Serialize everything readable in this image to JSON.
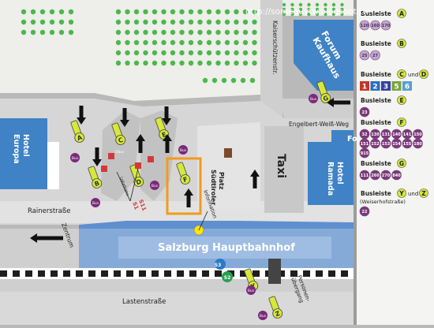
{
  "watermark": "http://someguytw.blogspot.tw",
  "streets": {
    "kaiserschuetzen": "Kaiserschützenstr.",
    "engelbert": "Engelbert-Weiß-Weg",
    "rainer": "Rainerstraße",
    "lasten": "Lastenstraße",
    "suedtiroler": [
      "Südtiroler",
      "Platz"
    ],
    "zentrum": "Zentrum",
    "information": "Information",
    "personen": [
      "Personen-",
      "übergang"
    ],
    "lokal": "Lokalbahn"
  },
  "buildings": {
    "forum": [
      "Forum",
      "Kaufhaus"
    ],
    "europa": [
      "Hotel",
      "Europa"
    ],
    "ramada": [
      "Hotel",
      "Ramada"
    ],
    "ramada_top": "Fo",
    "station": "Salzburg Hauptbahnhof"
  },
  "taxi": "Taxi",
  "stops": {
    "A": "A",
    "B": "B",
    "C": "C",
    "D": "D",
    "E": "E",
    "F": "F",
    "G": "G",
    "Y": "Y",
    "Z": "Z",
    "bus_word": "Bus",
    "obus_word": "Obus",
    "s1": "S1",
    "s11": "S11",
    "s3": "S3",
    "s2": "S2"
  },
  "legend": {
    "groups": [
      {
        "title": "Busleiste",
        "letter": "A",
        "lines": [
          "120",
          "160",
          "170"
        ],
        "color": "#bfa9cf",
        "text": "#4a2a5c"
      },
      {
        "title": "Busleiste",
        "letter": "B",
        "lines": [
          "25",
          "27"
        ],
        "color": "#bfa9cf",
        "text": "#4a2a5c"
      },
      {
        "title": "Busleiste",
        "letter": "C",
        "and_word": "und",
        "letter2": "D",
        "lines": [
          "1",
          "2",
          "3",
          "5",
          "6"
        ],
        "colors": [
          "#c0392b",
          "#2c6fbf",
          "#3a3f9e",
          "#7aa63a",
          "#5a9fd0"
        ],
        "text": "#ffffff"
      },
      {
        "title": "Busleiste",
        "letter": "E",
        "lines": [
          "23"
        ],
        "color": "#7a3a7a",
        "text": "#ffffff"
      },
      {
        "title": "Busleiste",
        "letter": "F",
        "lines": [
          "32",
          "130",
          "131",
          "140",
          "141",
          "150",
          "151",
          "152",
          "153",
          "154",
          "155",
          "180",
          "915"
        ],
        "color": "#7a3a7a",
        "text": "#ffffff"
      },
      {
        "title": "Busleiste",
        "letter": "G",
        "lines": [
          "111",
          "260",
          "270",
          "840"
        ],
        "color": "#7a3a7a",
        "text": "#ffffff"
      },
      {
        "title": "Busleiste",
        "letter": "Y",
        "and_word": "und",
        "letter2": "Z",
        "sub": "(Weiserhofstraße)",
        "lines": [
          "22"
        ],
        "color": "#7a3a7a",
        "text": "#ffffff"
      }
    ]
  },
  "colors": {
    "road": "#cfcfcf",
    "pavement": "#e6e6e6",
    "park": "#efefe9",
    "tree": "#4bb84b",
    "building_blue": "#3f82c6",
    "station_band": "#86aad8",
    "legend_bg": "#f4f4f2",
    "highlight": "#f39a1e",
    "stop_yellow": "#d7e83a"
  }
}
